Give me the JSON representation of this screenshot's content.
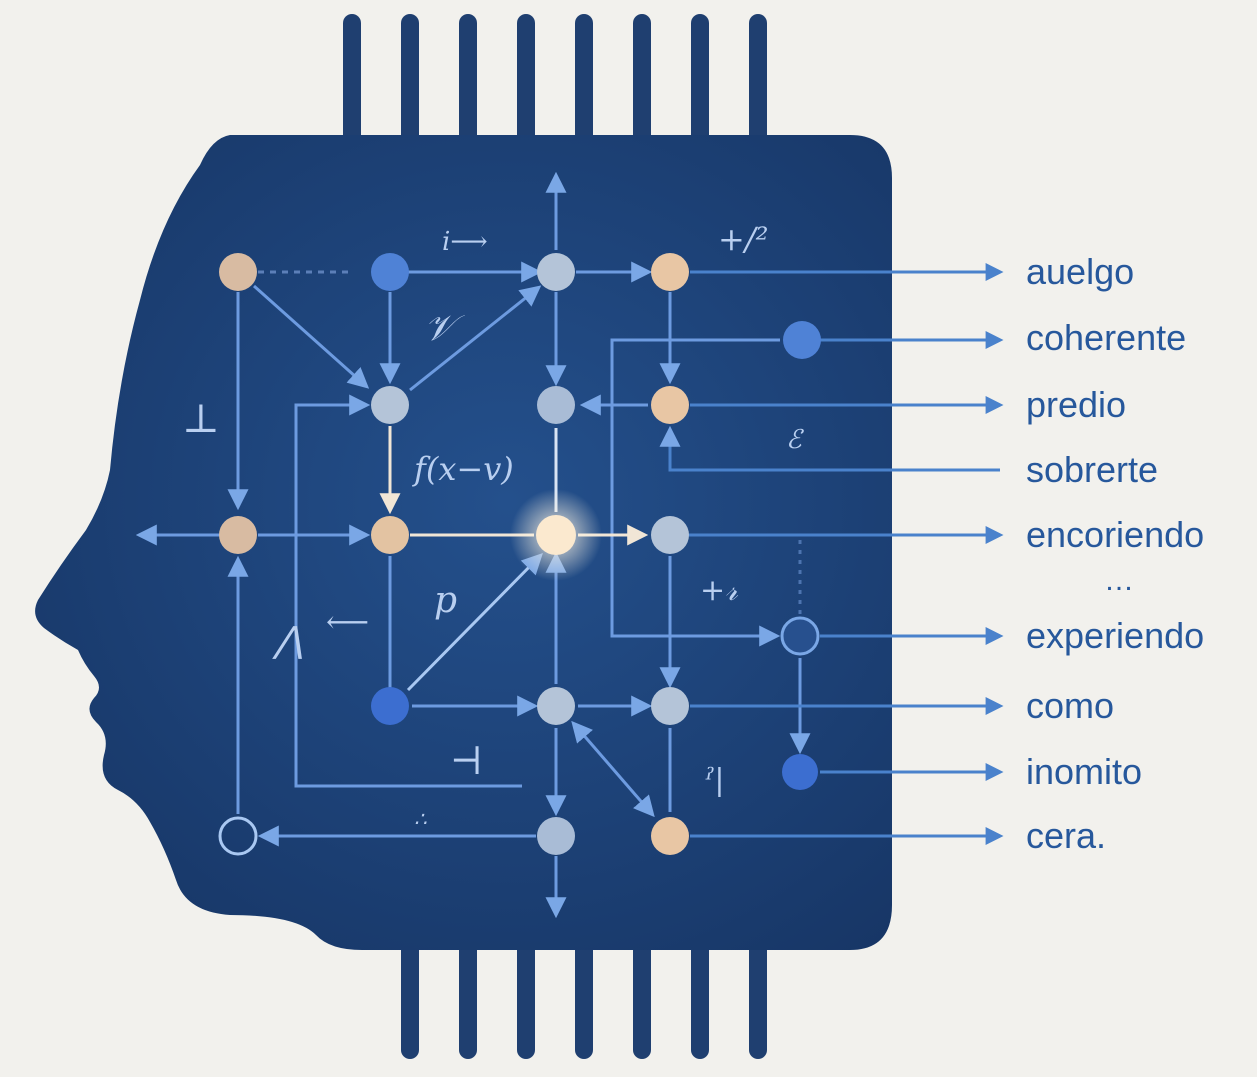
{
  "outputs": [
    {
      "key": "auelgo",
      "label": "auelgo"
    },
    {
      "key": "coherente",
      "label": "coherente"
    },
    {
      "key": "predio",
      "label": "predio"
    },
    {
      "key": "sobrerte",
      "label": "sobrerte"
    },
    {
      "key": "encoriendo",
      "label": "encoriendo"
    },
    {
      "key": "experiendo",
      "label": "experiendo"
    },
    {
      "key": "como",
      "label": "como"
    },
    {
      "key": "inomito",
      "label": "inomito"
    },
    {
      "key": "cera",
      "label": "cera."
    }
  ],
  "ellipsis": "…",
  "math_labels": {
    "i_arrow": "i⟶",
    "plus_f": "+/²",
    "nu": "𝒱",
    "perp": "⊥",
    "fx": "f(x−v)",
    "epsilon": "ℰ",
    "p": "p",
    "left_arrow": "⟵",
    "caret": "⋀",
    "plus_r": "+𝓇",
    "tack": "⊣",
    "tick": "ˀ|",
    "dots_small": "∴"
  },
  "colors": {
    "background": "#f2f1ed",
    "head": "#1c3f73",
    "head_dark": "#173666",
    "pins": "#1f3f70",
    "line": "#6d9be0",
    "line_bright": "#a9c8f2",
    "node_peach": "#e8c6a4",
    "node_blue": "#4f7fd6",
    "node_grey": "#b4c4d8",
    "label_text": "#27589c",
    "arrow_out": "#4a82cc"
  }
}
